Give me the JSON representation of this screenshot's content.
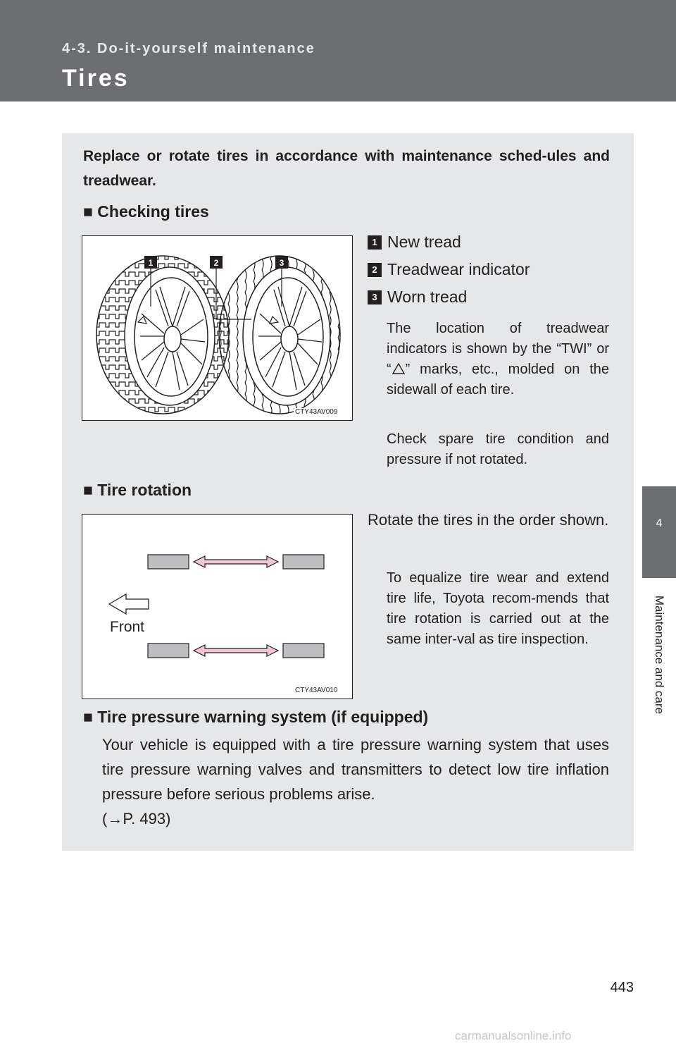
{
  "header": {
    "section": "4-3. Do-it-yourself maintenance",
    "title": "Tires"
  },
  "side_tab": {
    "number": "4",
    "label": "Maintenance and care"
  },
  "intro": "Replace or rotate tires in accordance with maintenance sched-ules and treadwear.",
  "checking": {
    "heading": "■ Checking tires",
    "figure_code": "CTY43AV009",
    "callouts": [
      {
        "num": "1",
        "label": "New tread"
      },
      {
        "num": "2",
        "label": "Treadwear indicator"
      },
      {
        "num": "3",
        "label": "Worn tread"
      }
    ],
    "note1_a": "The location of treadwear indicators is shown by the “TWI” or “",
    "note1_b": "” marks, etc., molded on the sidewall of each tire.",
    "note2": "Check spare tire condition and pressure if not rotated."
  },
  "rotation": {
    "heading": "■ Tire rotation",
    "figure_code": "CTY43AV010",
    "front_label": "Front",
    "text": "Rotate the tires in the order shown.",
    "note": "To equalize tire wear and extend tire life, Toyota recom-mends that tire rotation is carried out at the same inter-val as tire inspection."
  },
  "tpws": {
    "heading": "■ Tire pressure warning system (if equipped)",
    "text": "Your vehicle is equipped with a tire pressure warning system that uses tire pressure warning valves and transmitters to detect low tire inflation pressure before serious problems arise.",
    "ref": "(→P. 493)"
  },
  "page_number": "443",
  "watermark": "carmanualsonline.info",
  "colors": {
    "header": "#6d6e71",
    "panel": "#e6e7e8",
    "arrow": "#f2c6d4"
  }
}
